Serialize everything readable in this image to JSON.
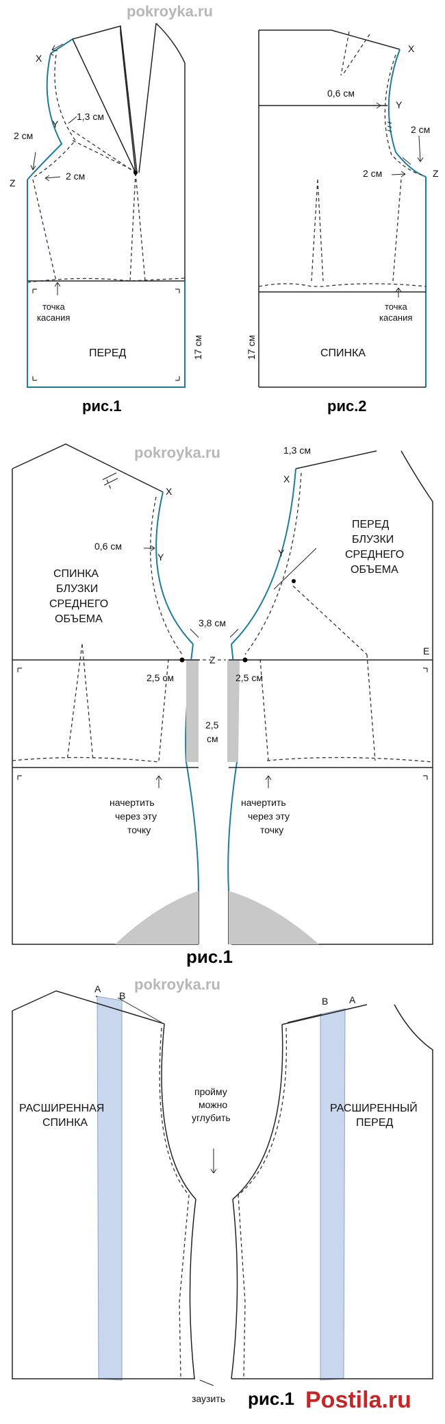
{
  "watermarks": {
    "top": "pokroyka.ru",
    "middle": "pokroyka.ru",
    "bottom": "pokroyka.ru",
    "brand": "Postila.ru"
  },
  "panel1": {
    "front": {
      "title": "ПЕРЕД",
      "point_x": "X",
      "point_y": "Y",
      "point_z": "Z",
      "dim_13": "1,3 см",
      "dim_2a": "2 см",
      "dim_2b": "2 см",
      "touch_1": "точка",
      "touch_2": "касания",
      "height": "17 см"
    },
    "back": {
      "title": "СПИНКА",
      "point_x": "X",
      "point_y": "Y",
      "point_z": "Z",
      "dim_06": "0,6 см",
      "dim_2a": "2 см",
      "dim_2b": "2 см",
      "touch_1": "точка",
      "touch_2": "касания",
      "height": "17 см"
    },
    "caption_1": "рис.1",
    "caption_2": "рис.2"
  },
  "panel2": {
    "back_title": [
      "СПИНКА",
      "БЛУЗКИ",
      "СРЕДНЕГО",
      "ОБЪЕМА"
    ],
    "front_title": [
      "ПЕРЕД",
      "БЛУЗКИ",
      "СРЕДНЕГО",
      "ОБЪЕМА"
    ],
    "point_x_left": "X",
    "point_y_left": "Y",
    "point_x_right": "X",
    "point_y_right": "Y",
    "point_z": "Z",
    "point_e": "E",
    "dim_06": "0,6 см",
    "dim_13": "1,3 см",
    "dim_38": "3,8 см",
    "dim_25_left": "2,5 см",
    "dim_25_right": "2,5 см",
    "dim_25_mid_value": "2,5",
    "dim_25_mid_unit": "см",
    "draw_left": [
      "начертить",
      "через эту",
      "точку"
    ],
    "draw_right": [
      "начертить",
      "через эту",
      "точку"
    ],
    "caption": "рис.1"
  },
  "panel3": {
    "back_title": [
      "РАСШИРЕННАЯ",
      "СПИНКА"
    ],
    "front_title": [
      "РАСШИРЕННЫЙ",
      "ПЕРЕД"
    ],
    "point_a_left": "A",
    "point_b_left": "B",
    "point_b_right": "B",
    "point_a_right": "A",
    "deepen": [
      "пройму",
      "можно",
      "углубить"
    ],
    "narrow": "заузить",
    "caption": "рис.1"
  },
  "colors": {
    "outline": "#222222",
    "armhole": "#1f7c98",
    "shaded": "#c8c8c8",
    "strip": "#c9d7ee",
    "brand": "#c42727",
    "watermark": "#b7b7b7"
  }
}
